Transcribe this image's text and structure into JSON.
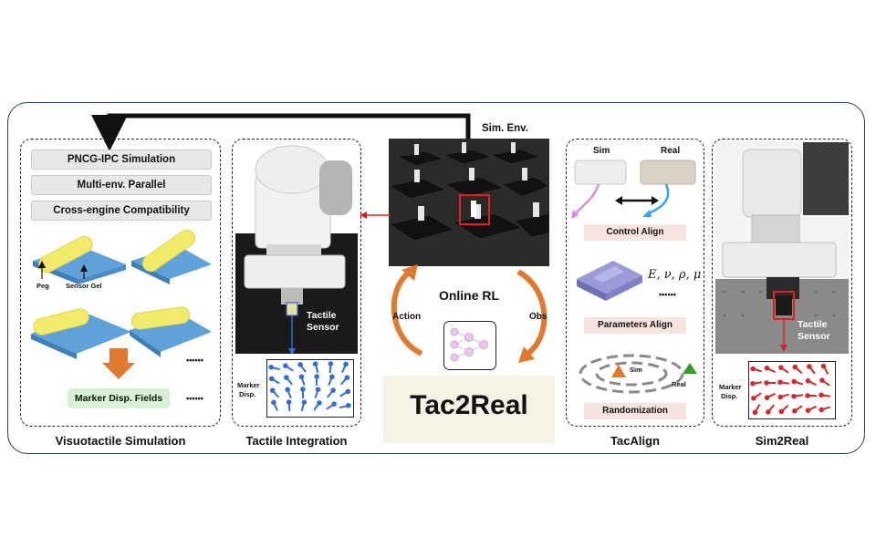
{
  "colors": {
    "frame": "#2a4255",
    "peg": "#f2ea6a",
    "gel": "#5fa2da",
    "orange": "#e07a2f",
    "red": "#e02020",
    "blue_arrow": "#2f6fd6",
    "marker_red": "#d22a2a",
    "pink_label": "#f8e4df",
    "green_label": "#d6f2d2",
    "title_bg": "#f7f3e4"
  },
  "icons": [
    "robot-arm-icon",
    "neural-network-icon",
    "sim-arrow-icon",
    "real-arrow-icon"
  ],
  "visuotactile": {
    "features": [
      "PNCG-IPC Simulation",
      "Multi-env. Parallel",
      "Cross-engine Compatibility"
    ],
    "peg_label": "Peg",
    "gel_label": "Sensor Gel",
    "dots": "••••••",
    "dots2": "••••••",
    "fields_label": "Marker Disp. Fields",
    "caption": "Visuotactile Simulation"
  },
  "tactile_integration": {
    "sensor_label_1": "Tactile",
    "sensor_label_2": "Sensor",
    "marker_label_1": "Marker",
    "marker_label_2": "Disp.",
    "caption": "Tactile Integration"
  },
  "center": {
    "sim_env_label": "Sim. Env.",
    "online_rl": "Online RL",
    "action": "Action",
    "obs": "Obs",
    "title": "Tac2Real"
  },
  "tacalign": {
    "sim": "Sim",
    "real": "Real",
    "control_align": "Control Align",
    "params": "E, ν, ρ, μ",
    "params_dots": "••••••",
    "parameters_align": "Parameters Align",
    "sim_small": "Sim",
    "real_small": "Real",
    "randomization": "Randomization",
    "caption": "TacAlign"
  },
  "sim2real": {
    "sensor_label_1": "Tactile",
    "sensor_label_2": "Sensor",
    "marker_label_1": "Marker",
    "marker_label_2": "Disp.",
    "caption": "Sim2Real"
  }
}
